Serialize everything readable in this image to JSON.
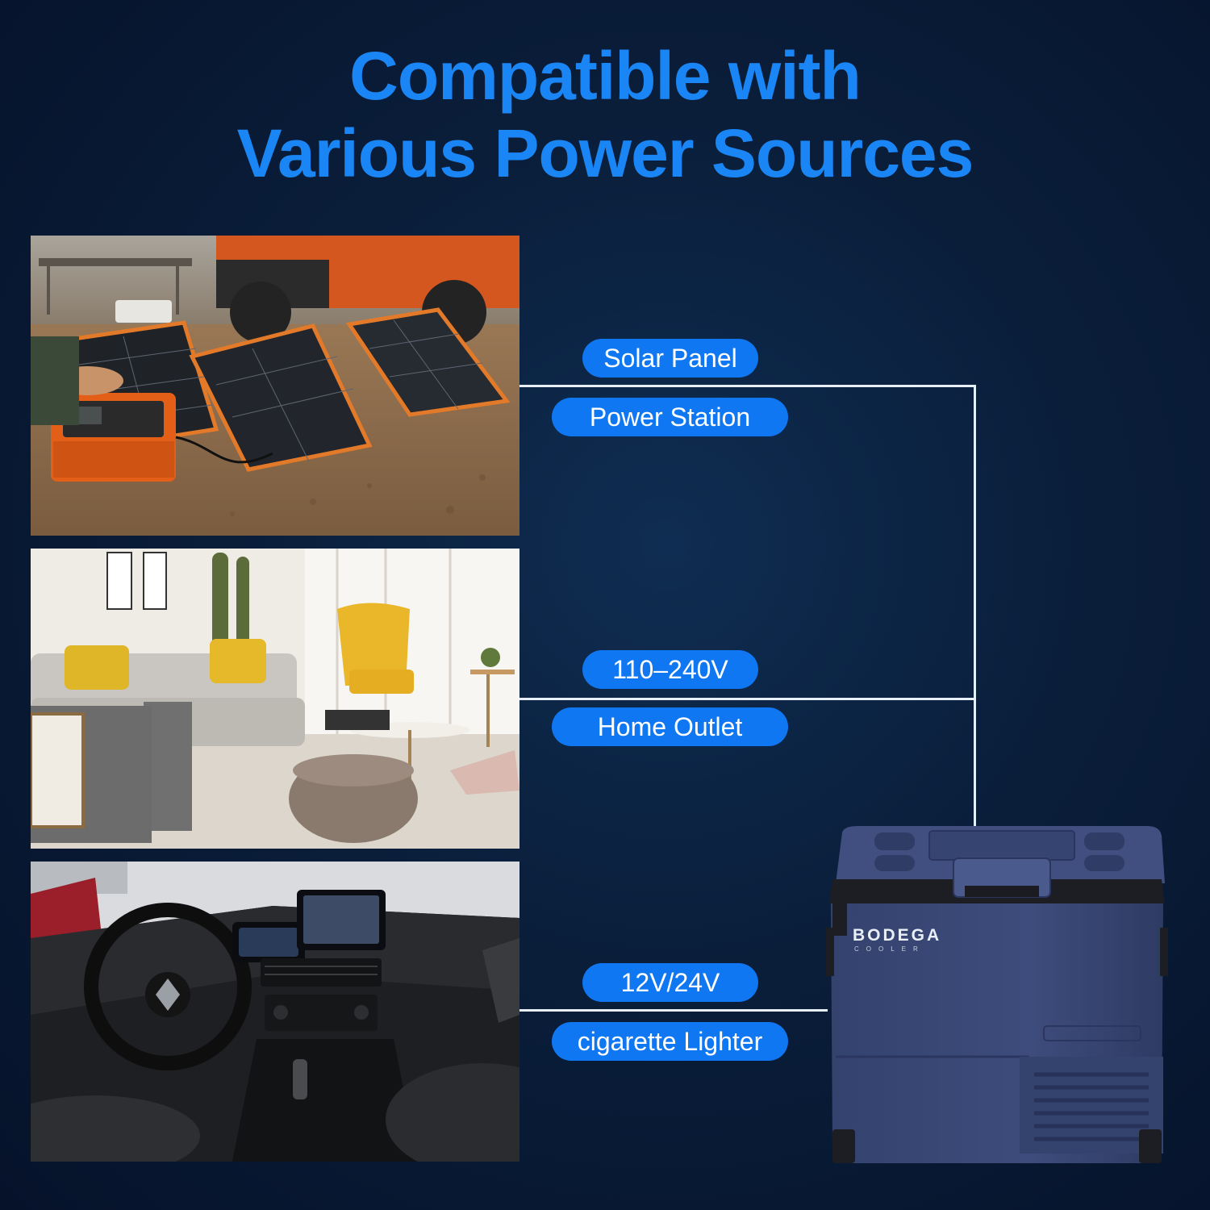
{
  "title": {
    "line1": "Compatible with",
    "line2": "Various Power Sources"
  },
  "sources": [
    {
      "label_top": "Solar Panel",
      "label_bottom": "Power Station",
      "photo": "solar-power-station-photo"
    },
    {
      "label_top": "110–240V",
      "label_bottom": "Home Outlet",
      "photo": "living-room-photo"
    },
    {
      "label_top": "12V/24V",
      "label_bottom": "cigarette Lighter",
      "photo": "car-interior-photo"
    }
  ],
  "product": {
    "brand": "BODEGA",
    "sub": "COOLER"
  },
  "colors": {
    "accent": "#1a86f5",
    "pill": "#1077f2",
    "background": "#0a1e3a",
    "wire": "#e8eef6",
    "fridge_body": "#3b4a7a"
  }
}
